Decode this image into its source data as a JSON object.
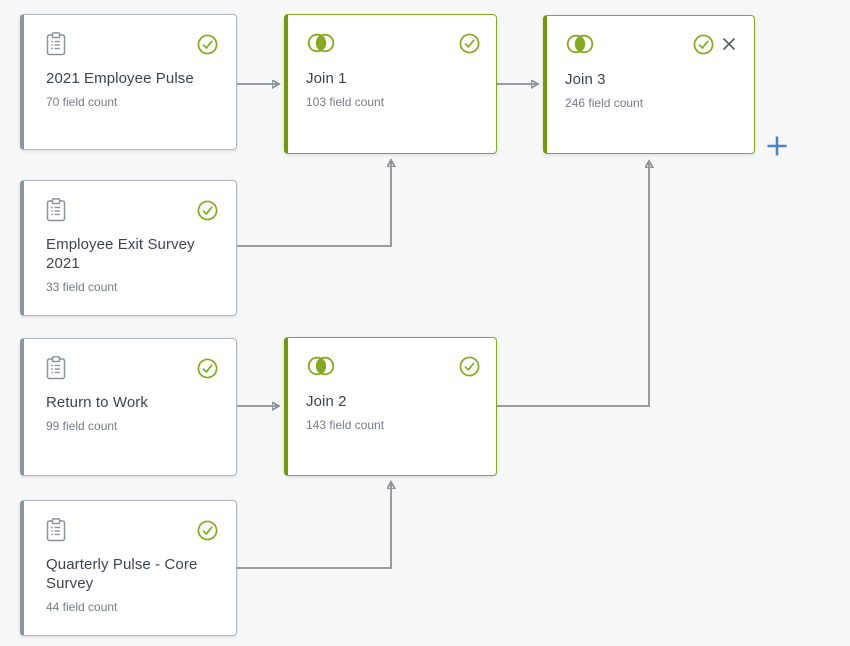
{
  "sources": [
    {
      "title": "2021 Employee Pulse",
      "subtitle": "70 field count",
      "type_icon": "survey-clipboard-icon",
      "status_icon": "check-circle-icon"
    },
    {
      "title": "Employee Exit Survey 2021",
      "subtitle": "33 field count",
      "type_icon": "survey-clipboard-icon",
      "status_icon": "check-circle-icon"
    },
    {
      "title": "Return to Work",
      "subtitle": "99 field count",
      "type_icon": "survey-clipboard-icon",
      "status_icon": "check-circle-icon"
    },
    {
      "title": "Quarterly Pulse - Core Survey",
      "subtitle": "44 field count",
      "type_icon": "survey-clipboard-icon",
      "status_icon": "check-circle-icon"
    }
  ],
  "joins": [
    {
      "title": "Join 1",
      "subtitle": "103 field count",
      "type_icon": "join-venn-icon",
      "status_icon": "check-circle-icon",
      "closable": false
    },
    {
      "title": "Join 2",
      "subtitle": "143 field count",
      "type_icon": "join-venn-icon",
      "status_icon": "check-circle-icon",
      "closable": false
    },
    {
      "title": "Join 3",
      "subtitle": "246 field count",
      "type_icon": "join-venn-icon",
      "status_icon": "check-circle-icon",
      "closable": true
    }
  ],
  "connections": [
    {
      "from": "2021 Employee Pulse",
      "to": "Join 1"
    },
    {
      "from": "Employee Exit Survey 2021",
      "to": "Join 1"
    },
    {
      "from": "Return to Work",
      "to": "Join 2"
    },
    {
      "from": "Quarterly Pulse - Core Survey",
      "to": "Join 2"
    },
    {
      "from": "Join 1",
      "to": "Join 3"
    },
    {
      "from": "Join 2",
      "to": "Join 3"
    }
  ],
  "add_button": {
    "icon": "plus-icon"
  },
  "colors": {
    "accent_green": "#85a91f",
    "green_bar": "#729a08",
    "slate_gray_bar": "#8a95a0",
    "connector_gray": "#8b929b",
    "plus_blue": "#4a82c6",
    "title_text": "#3d4450",
    "subtitle_text": "#757d88",
    "background": "#f7f7f8"
  }
}
